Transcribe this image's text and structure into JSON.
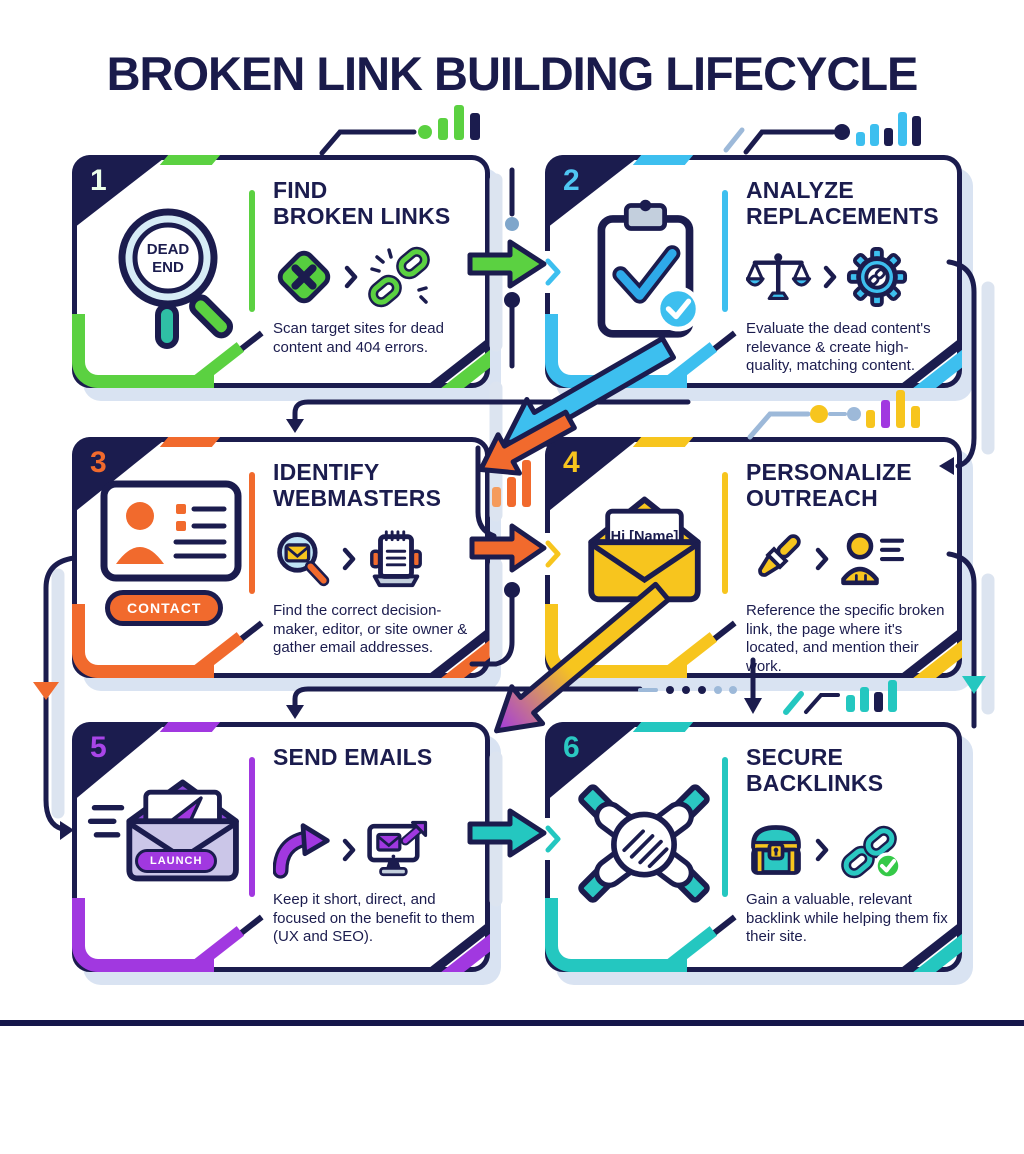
{
  "title": "BROKEN LINK BUILDING LIFECYCLE",
  "colors": {
    "navy": "#1B1C4E",
    "green": "#5BD141",
    "blue": "#3DBFEF",
    "orange": "#F16A2D",
    "yellow": "#F7C51E",
    "purple": "#A138E0",
    "teal": "#24C7C0",
    "check_green": "#35C948",
    "shadow": "#D9E3F2",
    "footer_rule": "#15164B"
  },
  "cards": [
    {
      "number": "1",
      "number_color": "#ECFFE9",
      "accent": "#5BD141",
      "title": "FIND\nBROKEN LINKS",
      "description": "Scan target sites for dead content and 404 errors.",
      "lens_label_1": "DEAD",
      "lens_label_2": "END",
      "icons": {
        "hero": "magnifier-dead-end-icon",
        "mini_a": "error-diamond-icon",
        "mini_b": "broken-chain-icon"
      }
    },
    {
      "number": "2",
      "number_color": "#4FC6F2",
      "accent": "#3DBFEF",
      "title": "ANALYZE\nREPLACEMENTS",
      "description": "Evaluate the dead content's relevance & create high-quality, matching content.",
      "icons": {
        "hero": "clipboard-check-icon",
        "mini_a": "balance-scale-icon",
        "mini_b": "gear-link-icon"
      }
    },
    {
      "number": "3",
      "number_color": "#F16A2D",
      "accent": "#F16A2D",
      "title": "IDENTIFY\nWEBMASTERS",
      "description": "Find the correct decision-maker, editor, or site owner & gather email addresses.",
      "badge": "CONTACT",
      "icons": {
        "hero": "contact-card-icon",
        "mini_a": "search-email-icon",
        "mini_b": "rolodex-icon"
      }
    },
    {
      "number": "4",
      "number_color": "#F7C51E",
      "accent": "#F7C51E",
      "title": "PERSONALIZE\nOUTREACH",
      "description": "Reference the specific broken link, the page where it's located, and mention their work.",
      "letter_label": "Hi [Name]",
      "icons": {
        "hero": "open-envelope-letter-icon",
        "mini_a": "paintbrush-icon",
        "mini_b": "person-profile-icon"
      }
    },
    {
      "number": "5",
      "number_color": "#A945E8",
      "accent": "#A138E0",
      "title": "SEND EMAILS",
      "description": "Keep it short, direct, and focused on the benefit to them (UX and SEO).",
      "badge": "LAUNCH",
      "icons": {
        "hero": "launch-envelope-icon",
        "mini_a": "swoosh-arrow-icon",
        "mini_b": "monitor-mail-icon"
      }
    },
    {
      "number": "6",
      "number_color": "#2BC8C2",
      "accent": "#24C7C0",
      "title": "SECURE\nBACKLINKS",
      "description": "Gain a valuable, relevant backlink while helping them fix their site.",
      "icons": {
        "hero": "hands-teamwork-icon",
        "mini_a": "treasure-chest-icon",
        "mini_b": "chain-check-icon"
      }
    }
  ],
  "decorations": {
    "bar_charts": [
      "bar-chart-green",
      "bar-chart-blue",
      "bar-chart-orange",
      "bar-chart-yellow",
      "bar-chart-teal"
    ],
    "arrows": [
      "green-right-arrow",
      "blue-diagonal-arrow",
      "orange-diagonal-arrow",
      "orange-right-arrow",
      "yellow-purple-diagonal-arrow",
      "teal-right-arrow",
      "navy-elbow-down-arrows"
    ]
  }
}
